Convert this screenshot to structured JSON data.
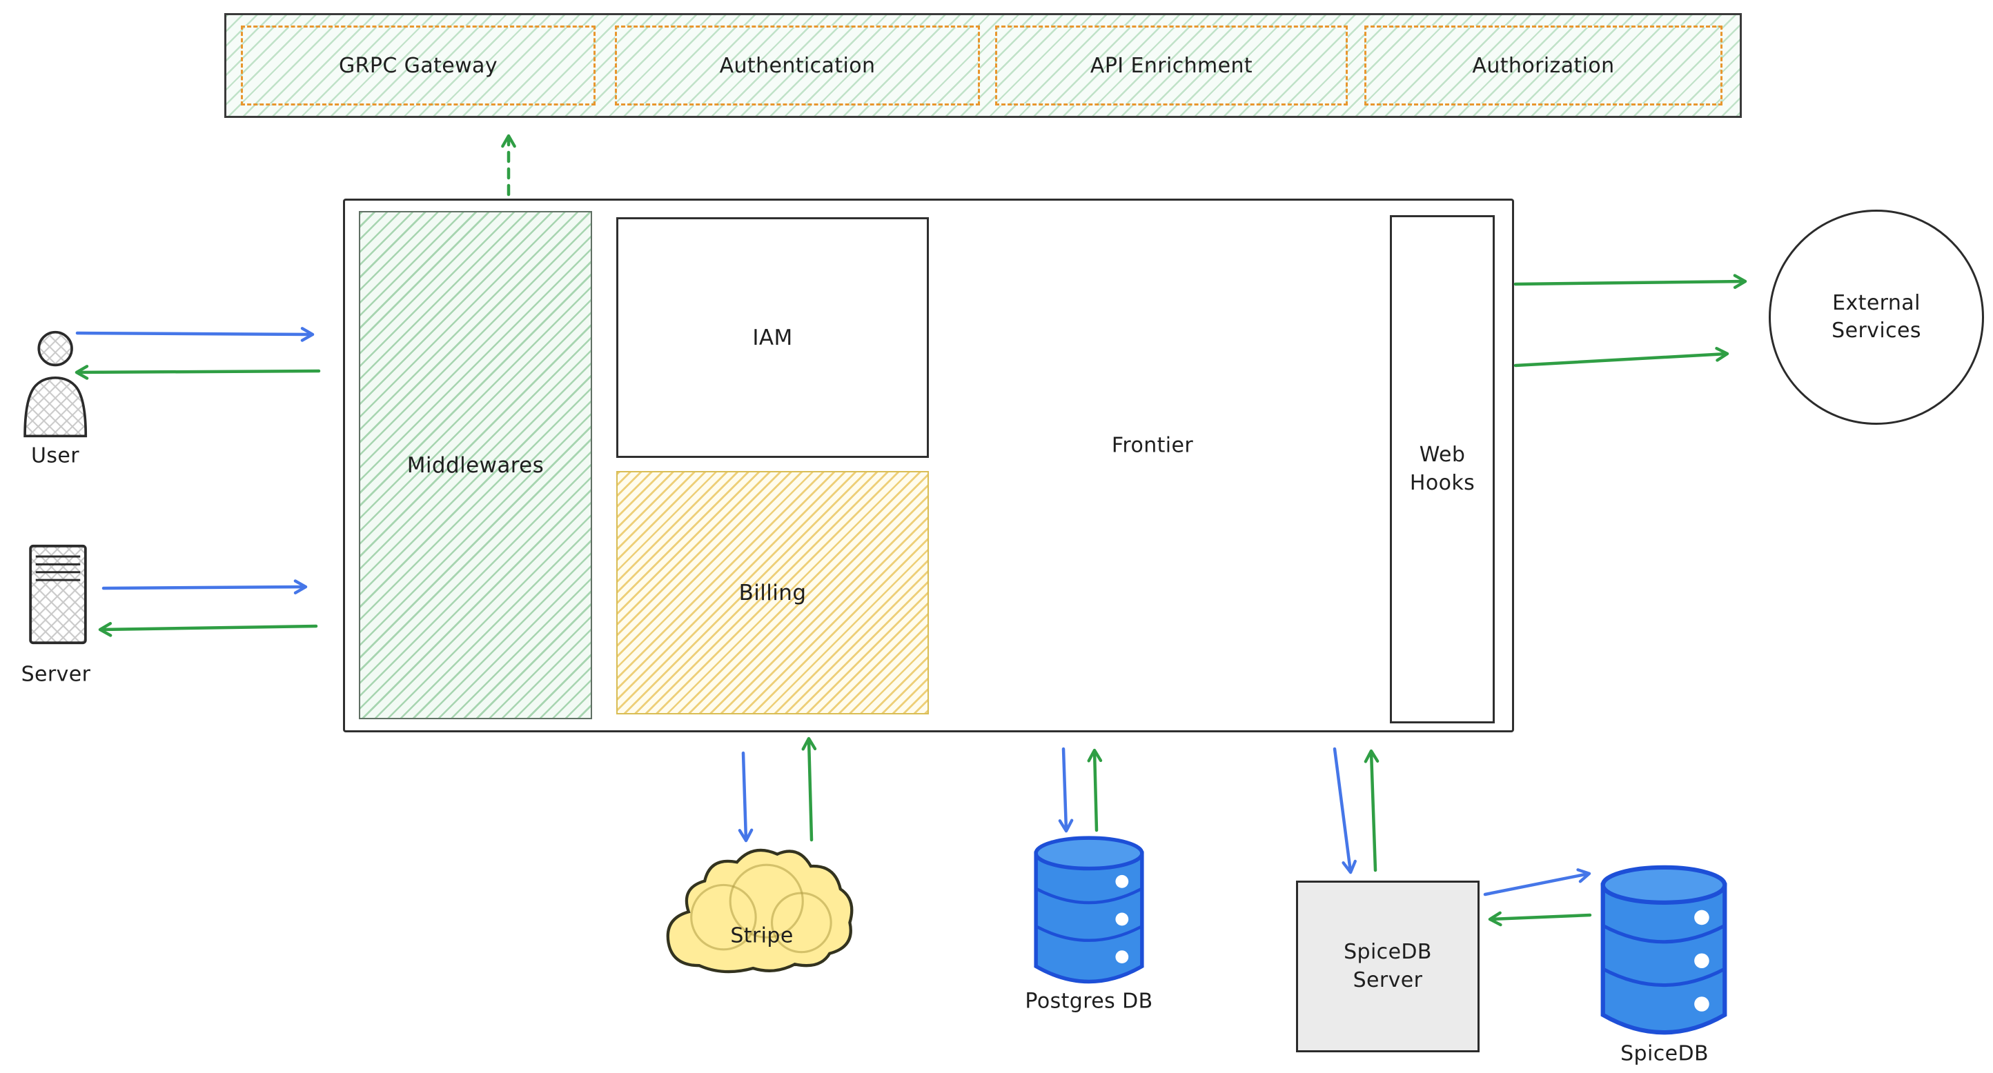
{
  "diagram": {
    "pipeline": {
      "items": [
        {
          "label": "GRPC Gateway"
        },
        {
          "label": "Authentication"
        },
        {
          "label": "API Enrichment"
        },
        {
          "label": "Authorization"
        }
      ]
    },
    "frontier": {
      "title": "Frontier",
      "middlewares_label": "Middlewares",
      "iam_label": "IAM",
      "billing_label": "Billing",
      "webhooks_label": "Web Hooks"
    },
    "clients": {
      "user_label": "User",
      "server_label": "Server"
    },
    "external_services_label": "External Services",
    "integrations": {
      "stripe_label": "Stripe",
      "postgres_label": "Postgres DB",
      "spicedb_server_label": "SpiceDB Server",
      "spicedb_label": "SpiceDB"
    },
    "colors": {
      "ink": "#1e1e1e",
      "arrow_blue": "#4576e8",
      "arrow_green": "#2f9e44",
      "hatch_green": "#69b779",
      "hatch_yellow": "#e9c45a",
      "pipeline_dash_orange": "#e8962e",
      "db_fill_blue": "#3a8ce8",
      "db_stroke_blue": "#1d4fd7",
      "cloud_fill_yellow": "#ffec99",
      "server_box_gray": "#ebebeb"
    }
  }
}
